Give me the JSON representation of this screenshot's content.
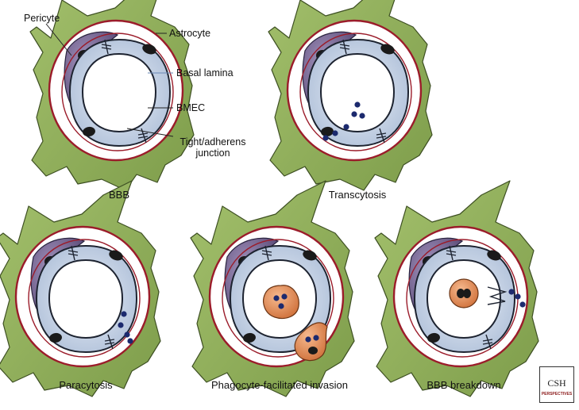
{
  "labels": {
    "pericyte": "Pericyte",
    "astrocyte": "Astrocyte",
    "basal_lamina": "Basal lamina",
    "bmec": "BMEC",
    "junction_line1": "Tight/adherens",
    "junction_line2": "junction"
  },
  "captions": {
    "bbb": "BBB",
    "transcytosis": "Transcytosis",
    "paracytosis": "Paracytosis",
    "phagocyte": "Phagocyte-facilitated invasion",
    "breakdown": "BBB breakdown"
  },
  "logo": {
    "text": "CSH",
    "subtext": "PERSPECTIVES"
  },
  "colors": {
    "astrocyte": "#8fb05a",
    "astrocyte_stroke": "#3d4f22",
    "basal_lamina": "#9b1c2a",
    "endothelium": "#c9d5e6",
    "pericyte": "#7a6a96",
    "phagocyte": "#e08a55",
    "bacteria": "#1c2a6e",
    "nucleus": "#1a1a1a"
  }
}
